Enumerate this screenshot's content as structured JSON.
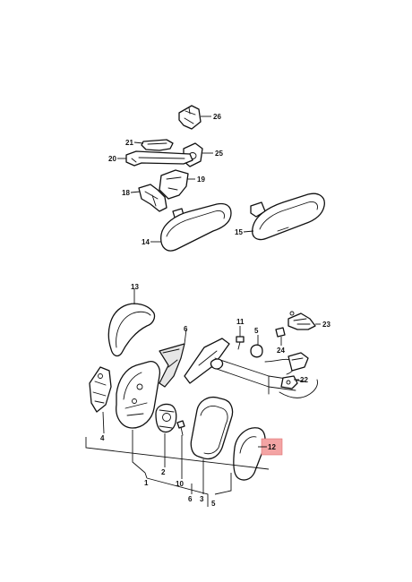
{
  "callouts": {
    "c1": "1",
    "c2": "2",
    "c3": "3",
    "c4": "4",
    "c5": "5",
    "c5b": "5",
    "c6": "6",
    "c6b": "6",
    "c10": "10",
    "c11": "11",
    "c12": "12",
    "c13": "13",
    "c14": "14",
    "c15": "15",
    "c18": "18",
    "c19": "19",
    "c20": "20",
    "c21": "21",
    "c22": "22",
    "c23": "23",
    "c24": "24",
    "c25": "25",
    "c26": "26"
  },
  "highlight": {
    "callout": "12",
    "color": "#f3a4a4"
  },
  "colors": {
    "line": "#111111",
    "background": "#ffffff"
  }
}
